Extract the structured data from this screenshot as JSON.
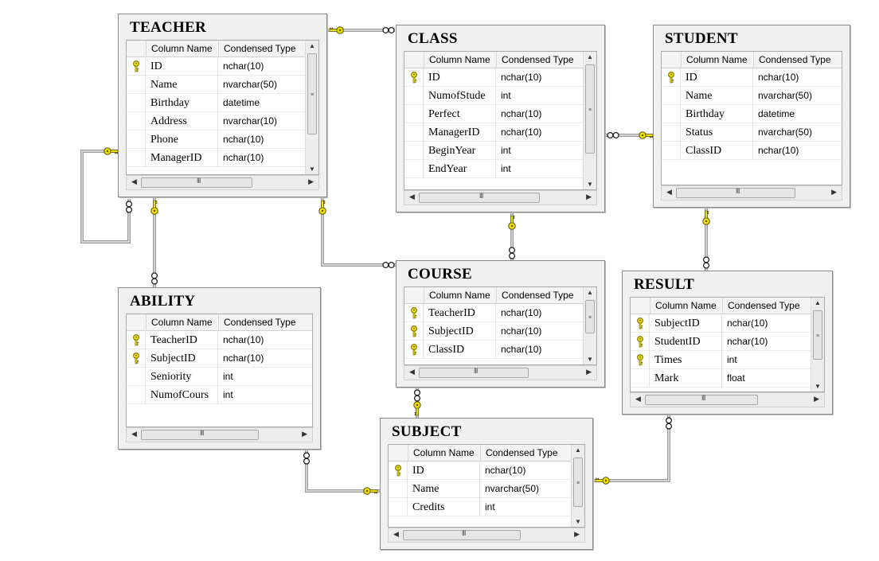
{
  "header": {
    "column_name": "Column Name",
    "condensed_type": "Condensed Type"
  },
  "tables": {
    "teacher": {
      "title": "TEACHER",
      "rows": [
        {
          "name": "ID",
          "type": "nchar(10)",
          "key": true
        },
        {
          "name": "Name",
          "type": "nvarchar(50)",
          "key": false
        },
        {
          "name": "Birthday",
          "type": "datetime",
          "key": false
        },
        {
          "name": "Address",
          "type": "nvarchar(10)",
          "key": false
        },
        {
          "name": "Phone",
          "type": "nchar(10)",
          "key": false
        },
        {
          "name": "ManagerID",
          "type": "nchar(10)",
          "key": false
        }
      ]
    },
    "class": {
      "title": "CLASS",
      "rows": [
        {
          "name": "ID",
          "type": "nchar(10)",
          "key": true
        },
        {
          "name": "NumofStude",
          "type": "int",
          "key": false
        },
        {
          "name": "Perfect",
          "type": "nchar(10)",
          "key": false
        },
        {
          "name": "ManagerID",
          "type": "nchar(10)",
          "key": false
        },
        {
          "name": "BeginYear",
          "type": "int",
          "key": false
        },
        {
          "name": "EndYear",
          "type": "int",
          "key": false
        }
      ]
    },
    "student": {
      "title": "STUDENT",
      "rows": [
        {
          "name": "ID",
          "type": "nchar(10)",
          "key": true
        },
        {
          "name": "Name",
          "type": "nvarchar(50)",
          "key": false
        },
        {
          "name": "Birthday",
          "type": "datetime",
          "key": false
        },
        {
          "name": "Status",
          "type": "nvarchar(50)",
          "key": false
        },
        {
          "name": "ClassID",
          "type": "nchar(10)",
          "key": false
        }
      ]
    },
    "course": {
      "title": "COURSE",
      "rows": [
        {
          "name": "TeacherID",
          "type": "nchar(10)",
          "key": true
        },
        {
          "name": "SubjectID",
          "type": "nchar(10)",
          "key": true
        },
        {
          "name": "ClassID",
          "type": "nchar(10)",
          "key": true
        }
      ]
    },
    "result": {
      "title": "RESULT",
      "rows": [
        {
          "name": "SubjectID",
          "type": "nchar(10)",
          "key": true
        },
        {
          "name": "StudentID",
          "type": "nchar(10)",
          "key": true
        },
        {
          "name": "Times",
          "type": "int",
          "key": true
        },
        {
          "name": "Mark",
          "type": "float",
          "key": false
        }
      ]
    },
    "ability": {
      "title": "ABILITY",
      "rows": [
        {
          "name": "TeacherID",
          "type": "nchar(10)",
          "key": true
        },
        {
          "name": "SubjectID",
          "type": "nchar(10)",
          "key": true
        },
        {
          "name": "Seniority",
          "type": "int",
          "key": false
        },
        {
          "name": "NumofCours",
          "type": "int",
          "key": false
        }
      ]
    },
    "subject": {
      "title": "SUBJECT",
      "rows": [
        {
          "name": "ID",
          "type": "nchar(10)",
          "key": true
        },
        {
          "name": "Name",
          "type": "nvarchar(50)",
          "key": false
        },
        {
          "name": "Credits",
          "type": "int",
          "key": false
        }
      ]
    }
  },
  "icons": {
    "primary_key": "key-icon",
    "one_end": "key-connector-icon",
    "many_end": "infinity-connector-icon"
  },
  "colors": {
    "key": "#f0e000",
    "key_outline": "#7a6a00",
    "connector": "#9a9a9a"
  }
}
